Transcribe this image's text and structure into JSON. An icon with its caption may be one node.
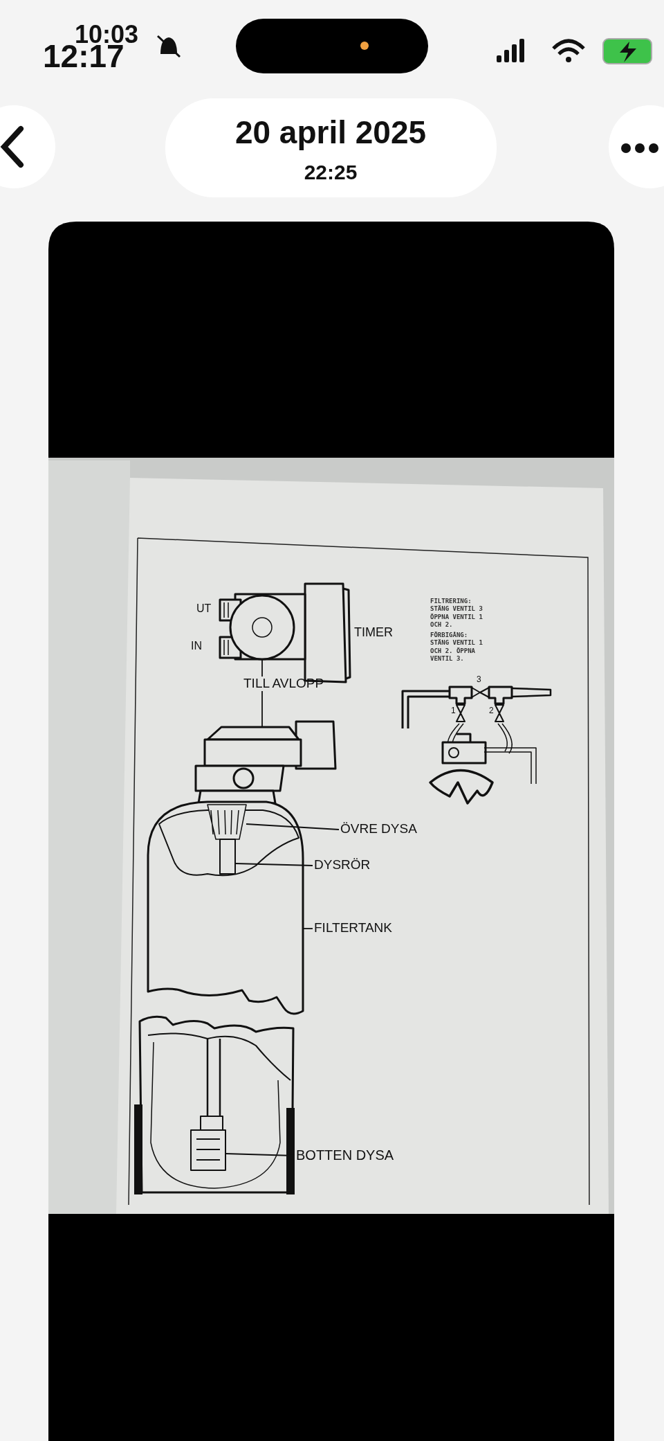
{
  "diagram": {
    "nodes": [
      {
        "text": [],
        "shape": "picture"
      },
      {
        "text": [
          "TILL AVLOPP"
        ]
      },
      {
        "text": [],
        "shape": "picture"
      },
      {
        "text": [],
        "shape": "picture"
      },
      {
        "text": [],
        "shape": "picture",
        "in": 3
      },
      {
        "text": [],
        "shape": "picture",
        "in": 3
      },
      {
        "text": [],
        "shape": "picture",
        "in": 3
      },
      {
        "text": [
          "ÖVRE DYSA"
        ]
      },
      {
        "text": [
          "DYSRÖR"
        ]
      },
      {
        "text": [
          "FILTERTANK"
        ]
      },
      {
        "text": [
          "BOTTEN DYSA"
        ]
      }
    ],
    "edges": [
      {
        "from": 1,
        "to": 0,
        "arrow": "none"
      },
      {
        "from": 1,
        "to": 2,
        "arrow": "none"
      },
      {
        "from": 7,
        "to": 4,
        "arrow": "none"
      },
      {
        "from": 8,
        "to": 5,
        "arrow": "none"
      },
      {
        "from": 9,
        "to": 3,
        "arrow": "none"
      },
      {
        "from": 10,
        "to": 6,
        "arrow": "none"
      }
    ],
    "labels": [
      "12:17",
      "10:03",
      "20 april 2025",
      "22:25",
      "UT",
      "IN",
      "TIMER",
      "FILTRERING: STÄNG VENTIL 3 ÖPPNA VENTIL 1 OCH 2.",
      "FÖRBIGÅNG: STÄNG VENTIL 1 OCH 2. ÖPPNA VENTIL 3.",
      "3",
      "1",
      "2"
    ]
  }
}
